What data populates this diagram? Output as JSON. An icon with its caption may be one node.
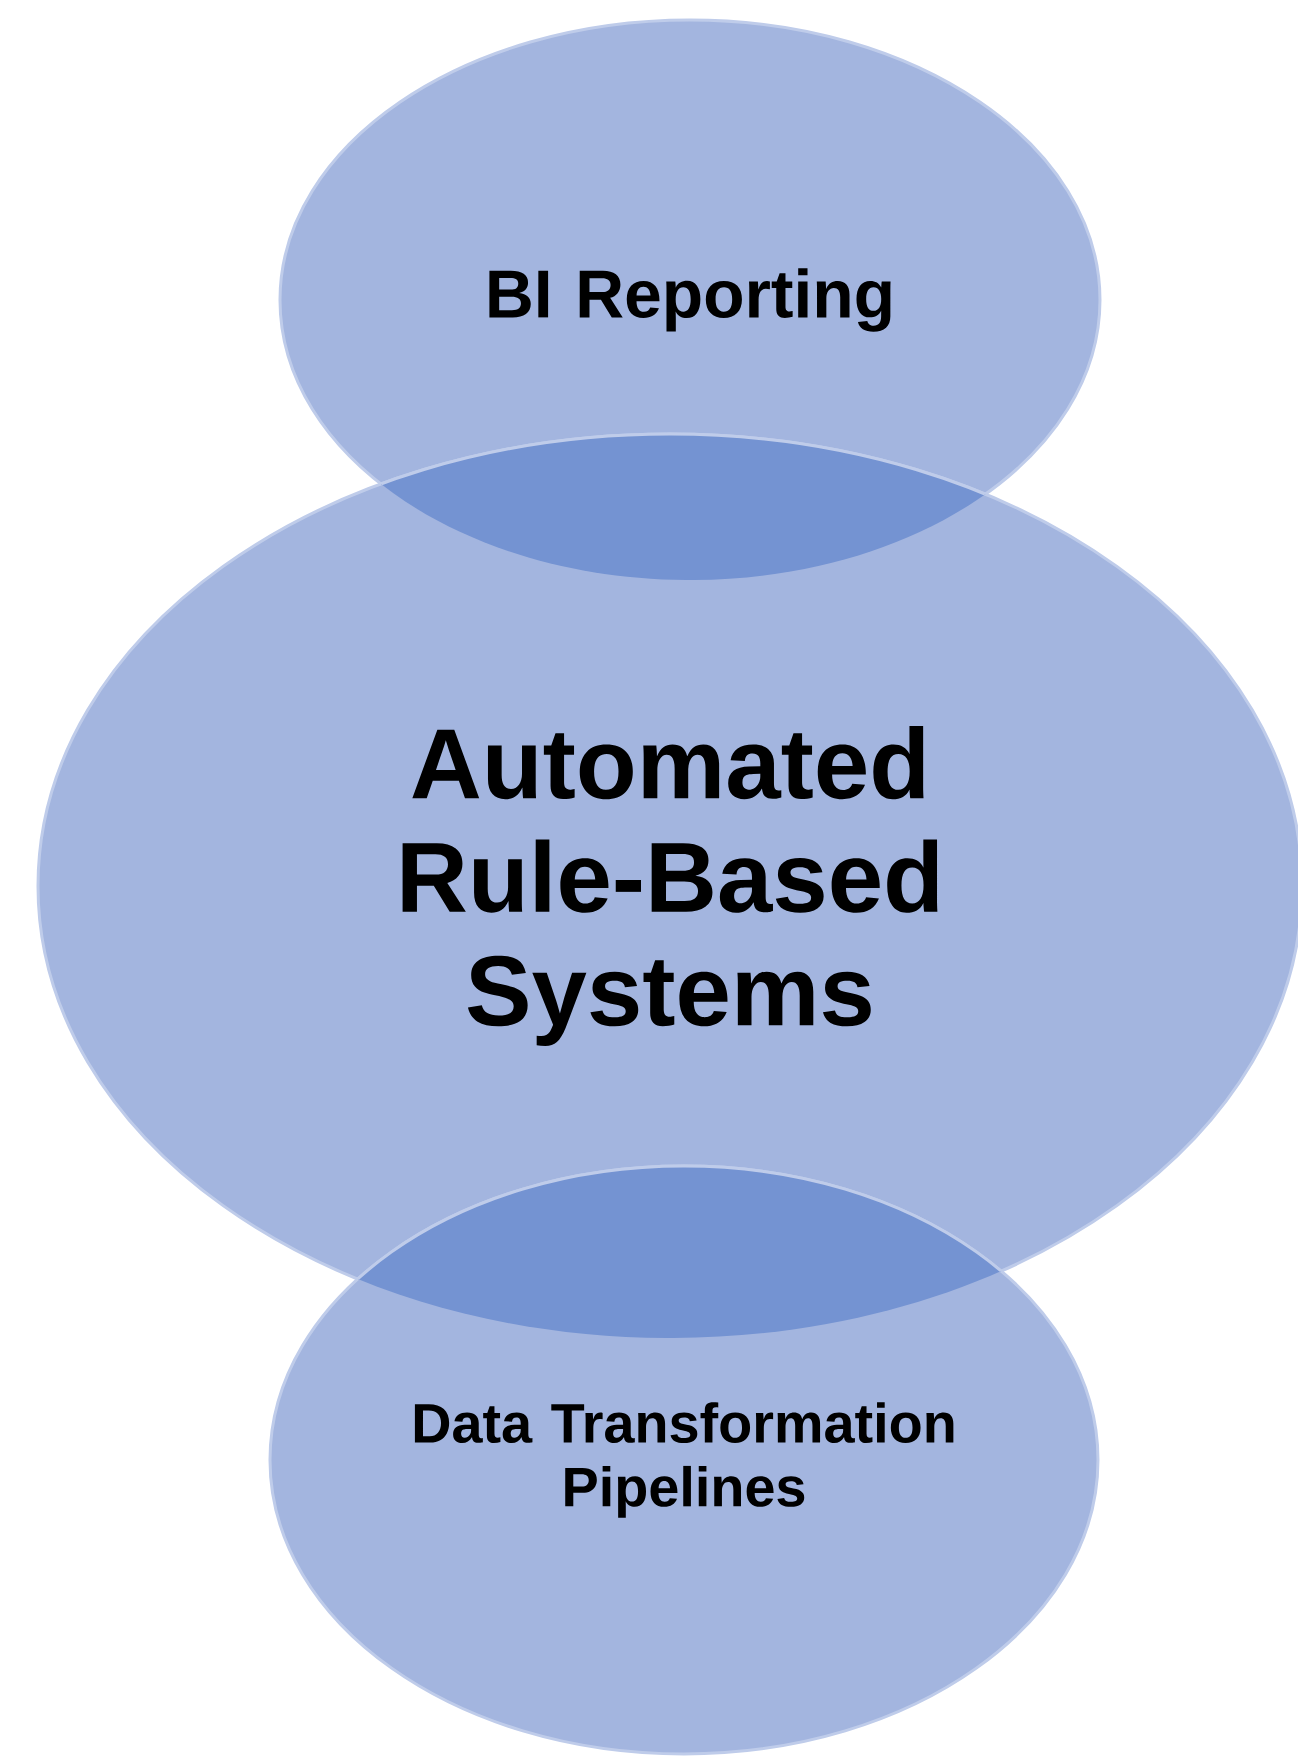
{
  "diagram": {
    "nodes": [
      {
        "text": [
          "BI Reporting"
        ]
      },
      {
        "text": [
          "Automated Rule-Based Systems"
        ]
      },
      {
        "text": [
          "Data Transformation Pipelines"
        ]
      }
    ]
  }
}
